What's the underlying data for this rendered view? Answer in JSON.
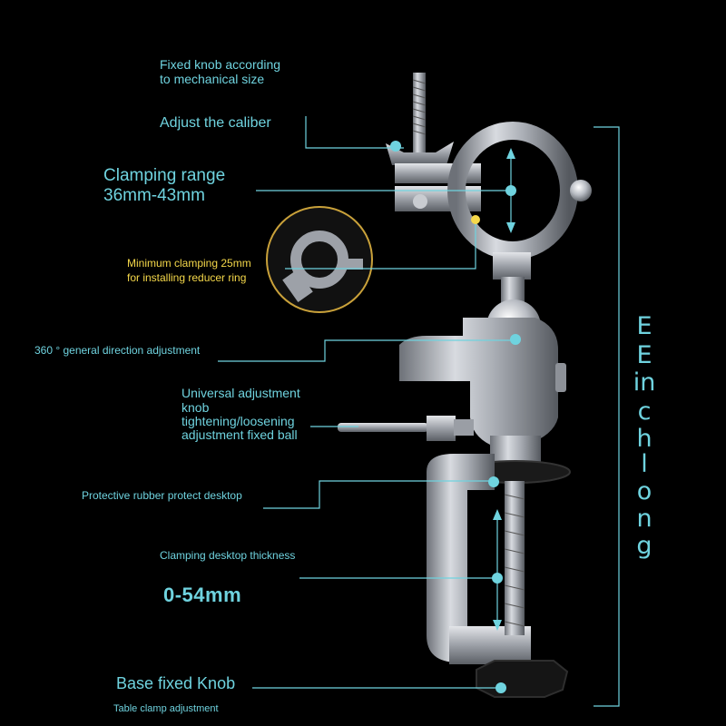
{
  "labels": {
    "fixed_knob_line1": "Fixed knob according",
    "fixed_knob_line2": "to mechanical size",
    "adjust_caliber": "Adjust the caliber",
    "clamping_range_line1": "Clamping range",
    "clamping_range_line2": "36mm-43mm",
    "min_clamping_line1": "Minimum clamping 25mm",
    "min_clamping_line2": "for installing reducer ring",
    "direction_adjustment": "360 ° general direction adjustment",
    "universal_line1": "Universal adjustment",
    "universal_line2": "knob",
    "universal_line3": "tightening/loosening",
    "universal_line4": "adjustment fixed ball",
    "protective_rubber": "Protective rubber protect desktop",
    "clamping_thickness": "Clamping desktop thickness",
    "thickness_value": "0-54mm",
    "base_knob": "Base fixed Knob",
    "table_clamp": "Table clamp adjustment"
  },
  "vertical_text": [
    "E",
    "E",
    "in",
    "c",
    "h",
    "l",
    "o",
    "n",
    "g"
  ],
  "colors": {
    "accent": "#6fd3df",
    "highlight": "#f5d84a",
    "background": "#000000"
  }
}
